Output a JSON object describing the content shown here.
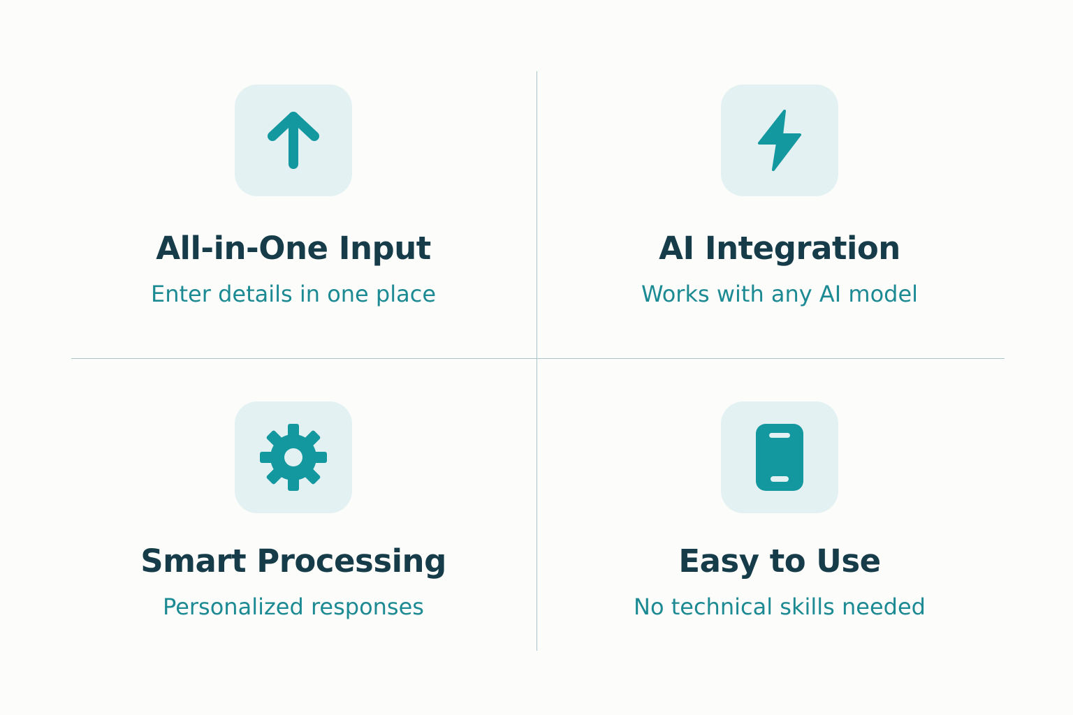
{
  "colors": {
    "background": "#fcfcfa",
    "tile": "#e3f1f3",
    "accent": "#14989f",
    "title": "#163c4a",
    "subtitle": "#1c8a93",
    "divider": "#a9c3cb"
  },
  "features": [
    {
      "icon": "arrow-up-icon",
      "title": "All-in-One Input",
      "subtitle": "Enter details in one place"
    },
    {
      "icon": "lightning-bolt-icon",
      "title": "AI Integration",
      "subtitle": "Works with any AI model"
    },
    {
      "icon": "gear-icon",
      "title": "Smart Processing",
      "subtitle": "Personalized responses"
    },
    {
      "icon": "smartphone-icon",
      "title": "Easy to Use",
      "subtitle": "No technical skills needed"
    }
  ]
}
